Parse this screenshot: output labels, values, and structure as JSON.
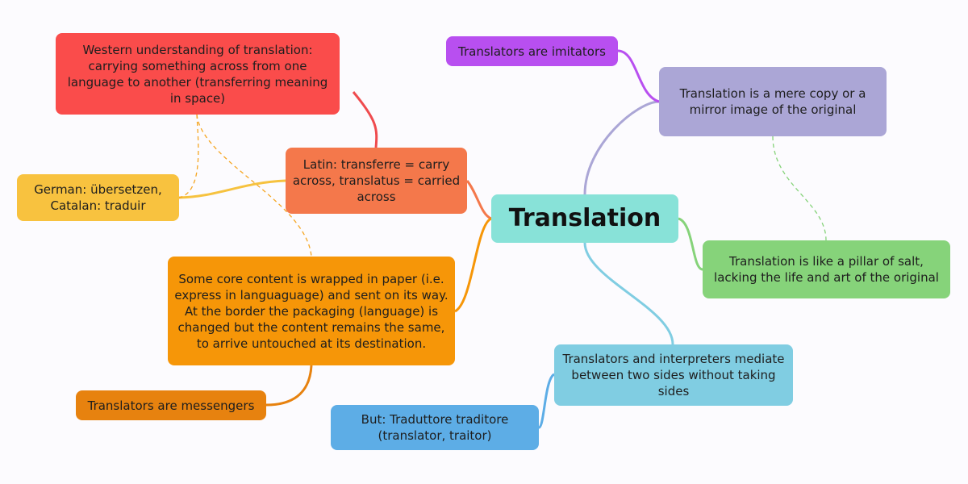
{
  "central": {
    "label": "Translation",
    "color": "#88e2d8"
  },
  "nodes": {
    "western": {
      "label": "Western understanding of translation: carrying something across from one language to another (transferring meaning in space)",
      "color": "#fa4c4b"
    },
    "latin": {
      "label": "Latin: transferre = carry across, translatus = carried across",
      "color": "#f4784b"
    },
    "german": {
      "label": "German: übersetzen, Catalan: traduir",
      "color": "#f8c23f"
    },
    "core_content": {
      "label": "Some core content is wrapped in paper (i.e. express in languaguage) and sent on its way. At the border the packaging (language) is changed but the content remains the same, to arrive untouched at its destination.",
      "color": "#f69608"
    },
    "messengers": {
      "label": "Translators are messengers",
      "color": "#e7820f"
    },
    "imitators": {
      "label": "Translators are imitators",
      "color": "#b84ff0"
    },
    "mere_copy": {
      "label": "Translation is a mere copy or a mirror image of the original",
      "color": "#aba6d6"
    },
    "pillar_salt": {
      "label": "Translation is like a pillar of salt, lacking the life and art of the original",
      "color": "#86d37a"
    },
    "mediate": {
      "label": "Translators and interpreters mediate between two sides without taking sides",
      "color": "#80cde2"
    },
    "traduttore": {
      "label": "But: Traduttore traditore (translator, traitor)",
      "color": "#5dade6"
    }
  },
  "edge_colors": {
    "latin": "#f4784b",
    "western": "#ef4b4e",
    "german": "#f6c23f",
    "core_content": "#f69608",
    "messengers": "#e7820f",
    "mere_copy": "#aba6d6",
    "imitators": "#b84ff0",
    "pillar_salt": "#86d37a",
    "mediate": "#80cde2",
    "traduttore": "#5dade6",
    "dashed_orange": "#f5a623",
    "dashed_green": "#86d37a"
  }
}
